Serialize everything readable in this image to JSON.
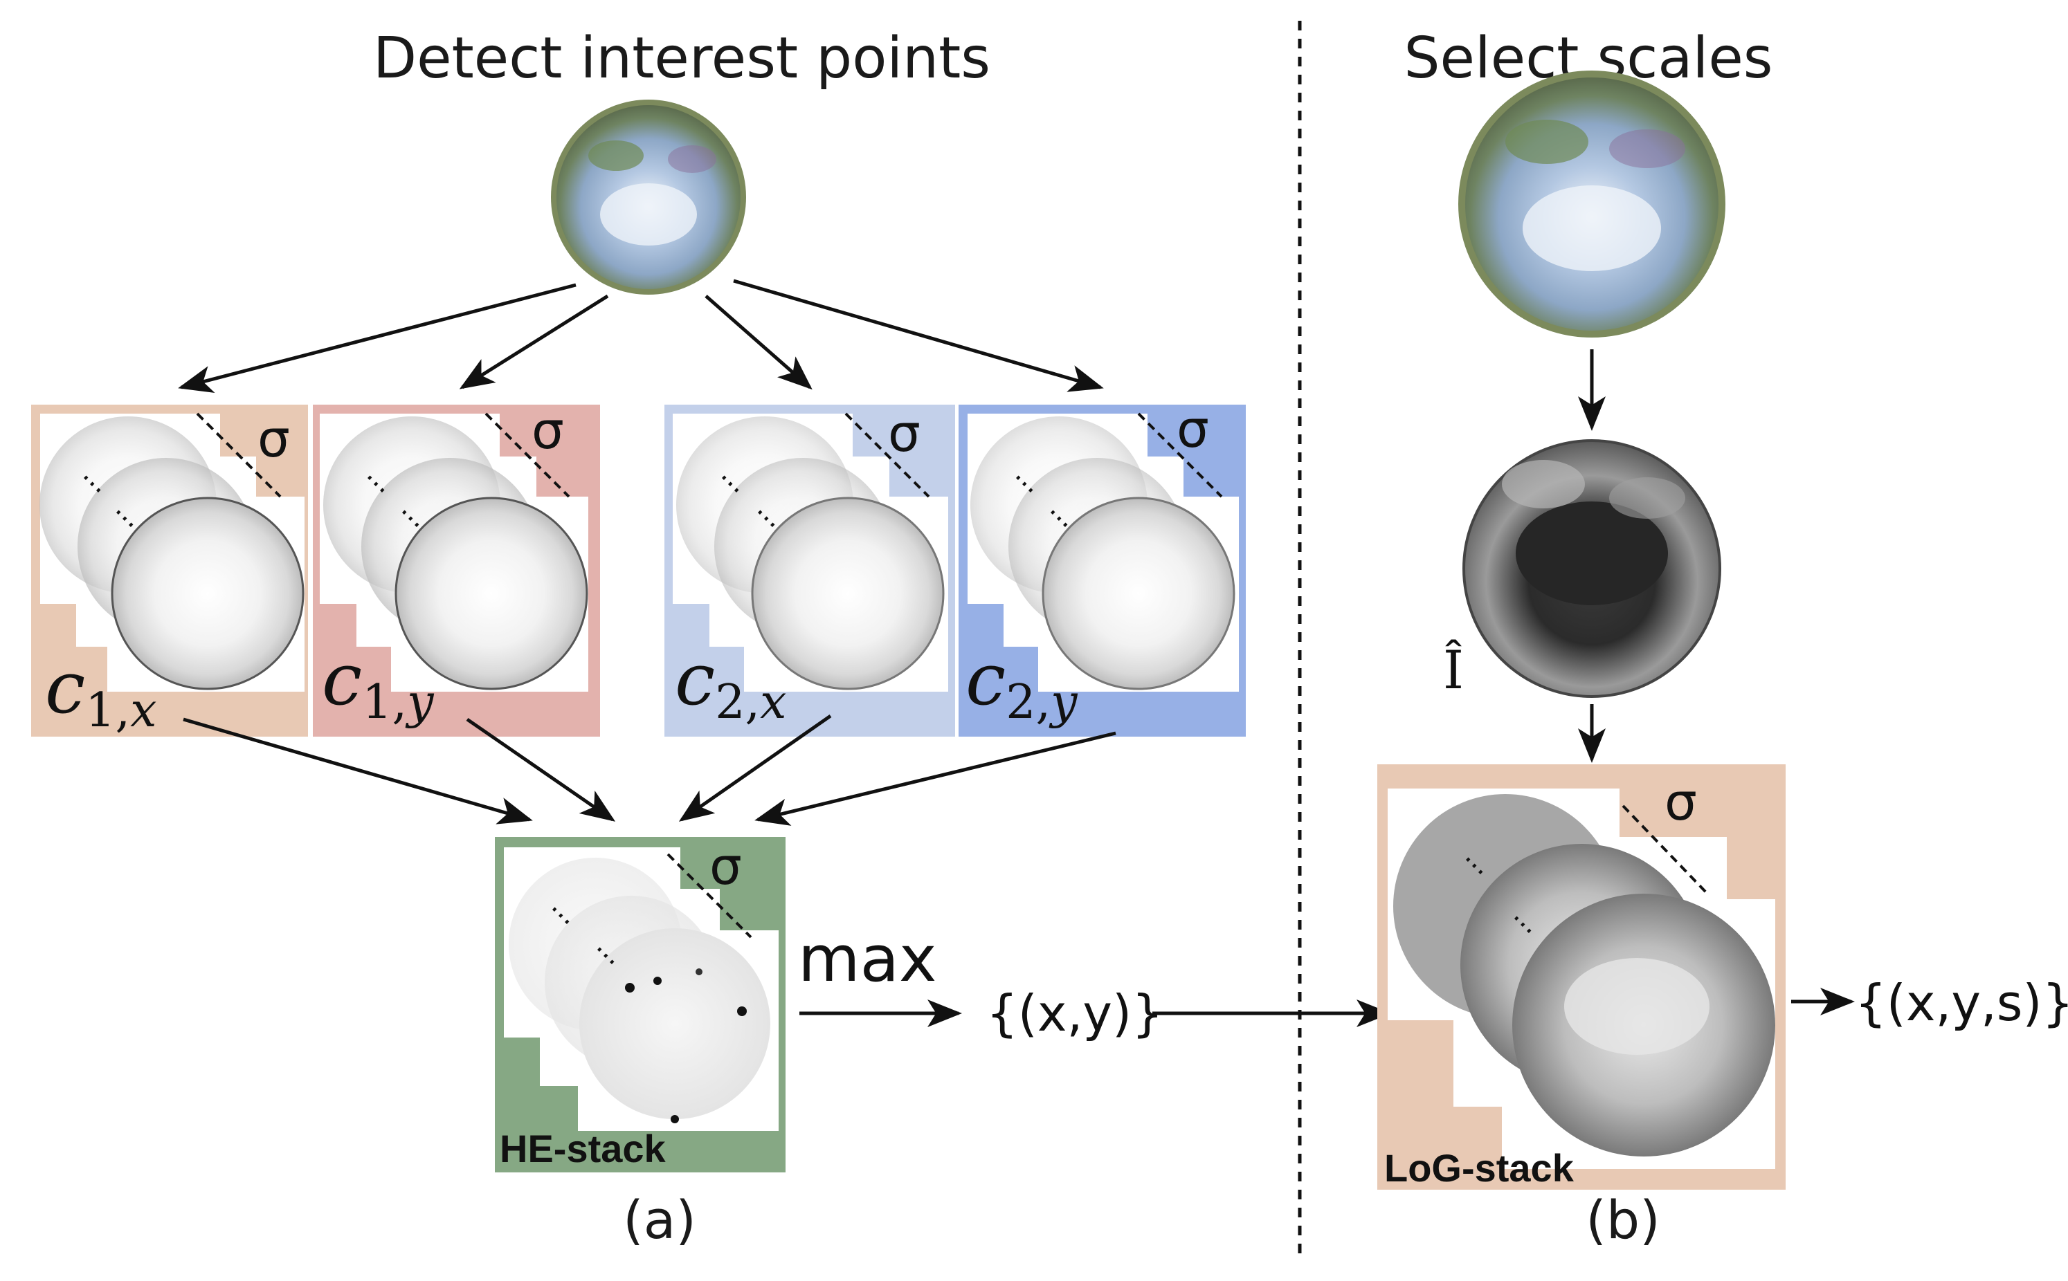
{
  "titles": {
    "left": "Detect interest points",
    "right": "Select scales"
  },
  "captions": {
    "a": "(a)",
    "b": "(b)"
  },
  "sigma": "σ",
  "stacks": {
    "c1x": {
      "base": "c",
      "sub_num": "1,",
      "sub_var": "x",
      "color": "#e8c9b4"
    },
    "c1y": {
      "base": "c",
      "sub_num": "1,",
      "sub_var": "y",
      "color": "#e3b2ad"
    },
    "c2x": {
      "base": "c",
      "sub_num": "2,",
      "sub_var": "x",
      "color": "#c3d0ea"
    },
    "c2y": {
      "base": "c",
      "sub_num": "2,",
      "sub_var": "y",
      "color": "#97b0e6"
    },
    "he": {
      "label": "HE-stack",
      "color": "#86a884"
    },
    "log": {
      "label": "LoG-stack",
      "color": "#e8c9b4"
    }
  },
  "labels": {
    "max": "max",
    "points_xy": "{(x,y)}",
    "points_xys": "{(x,y,s)}",
    "i_hat": "Î"
  }
}
